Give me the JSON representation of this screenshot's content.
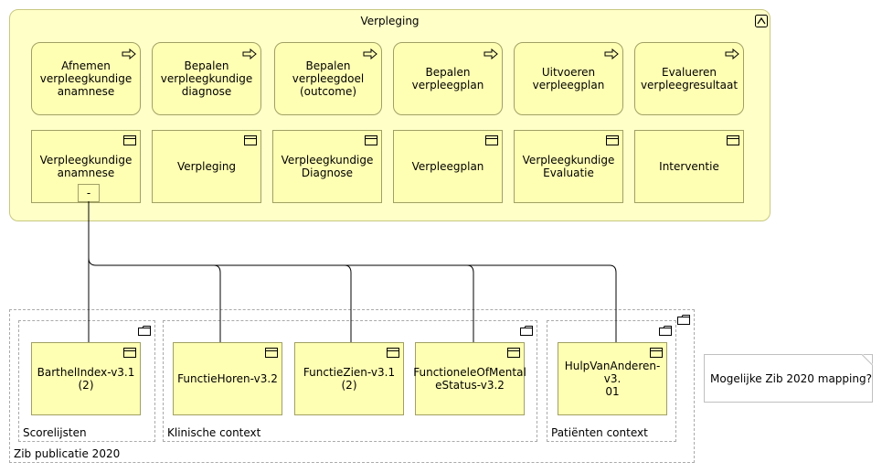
{
  "diagram": {
    "group_title": "Verpleging",
    "processes": [
      {
        "label": "Afnemen\nverpleegkundige\nanamnese"
      },
      {
        "label": "Bepalen\nverpleegkundige\ndiagnose"
      },
      {
        "label": "Bepalen\nverpleegdoel\n(outcome)"
      },
      {
        "label": "Bepalen\nverpleegplan"
      },
      {
        "label": "Uitvoeren\nverpleegplan"
      },
      {
        "label": "Evalueren\nverpleegresultaat"
      }
    ],
    "objects": [
      {
        "label": "Verpleegkundige\nanamnese"
      },
      {
        "label": "Verpleging"
      },
      {
        "label": "Verpleegkundige\nDiagnose"
      },
      {
        "label": "Verpleegplan"
      },
      {
        "label": "Verpleegkundige\nEvaluatie"
      },
      {
        "label": "Interventie"
      }
    ],
    "collapse_marker": "-",
    "outer_group_label": "Zib publicatie 2020",
    "subgroups": [
      {
        "label": "Scorelijsten"
      },
      {
        "label": "Klinische context"
      },
      {
        "label": "Patiënten context"
      }
    ],
    "zib_objects": [
      {
        "label": "BarthelIndex-v3.1 (2)"
      },
      {
        "label": "FunctieHoren-v3.2"
      },
      {
        "label": "FunctieZien-v3.1 (2)"
      },
      {
        "label": "FunctioneleOfMental\neStatus-v3.2"
      },
      {
        "label": "HulpVanAnderen-v3.\n01"
      }
    ],
    "note": "Mogelijke Zib 2020 mapping?"
  },
  "colors": {
    "group_fill": "#ffffc8",
    "element_fill": "#ffffb4",
    "border": "#a0a064",
    "dashed_border": "#aaaaaa"
  }
}
